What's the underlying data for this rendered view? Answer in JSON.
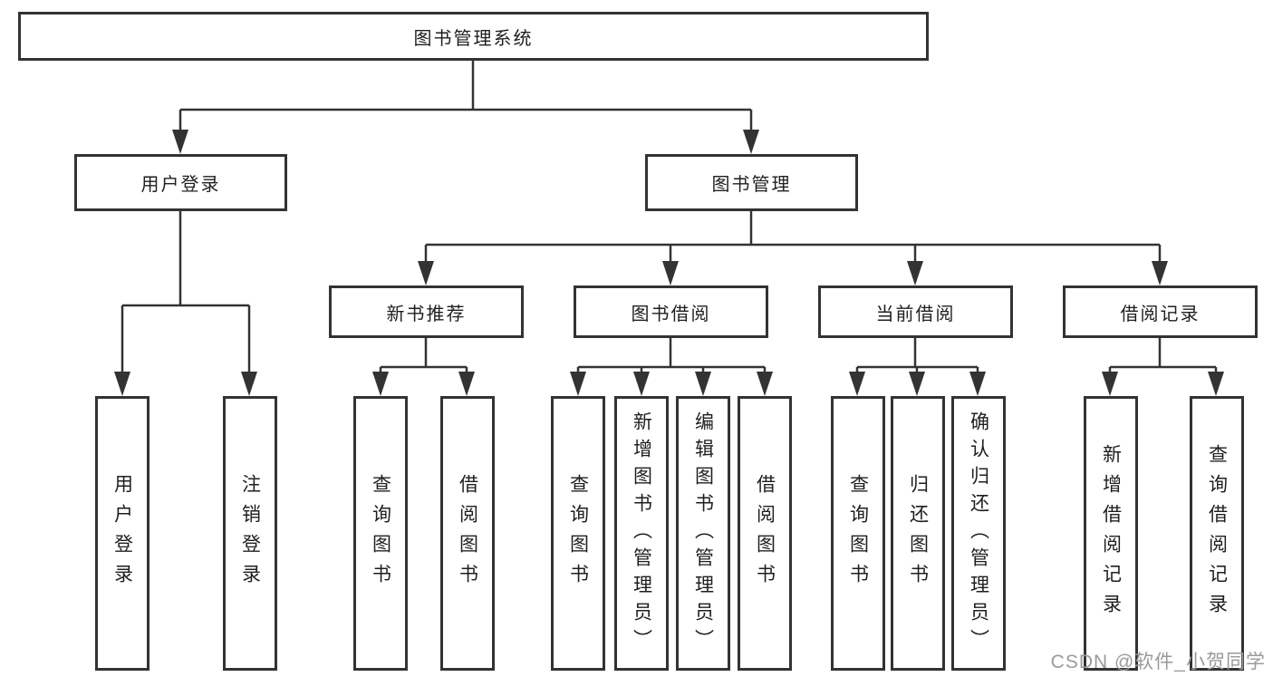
{
  "tree": {
    "root": {
      "label": "图书管理系统"
    },
    "branches": [
      {
        "label": "用户登录",
        "children": [
          {
            "label": "用户登录"
          },
          {
            "label": "注销登录"
          }
        ]
      },
      {
        "label": "图书管理",
        "children": [
          {
            "label": "新书推荐",
            "children": [
              {
                "label": "查询图书"
              },
              {
                "label": "借阅图书"
              }
            ]
          },
          {
            "label": "图书借阅",
            "children": [
              {
                "label": "查询图书"
              },
              {
                "label": "新增图书（管理员）"
              },
              {
                "label": "编辑图书（管理员）"
              },
              {
                "label": "借阅图书"
              }
            ]
          },
          {
            "label": "当前借阅",
            "children": [
              {
                "label": "查询图书"
              },
              {
                "label": "归还图书"
              },
              {
                "label": "确认归还（管理员）"
              }
            ]
          },
          {
            "label": "借阅记录",
            "children": [
              {
                "label": "新增借阅记录"
              },
              {
                "label": "查询借阅记录"
              }
            ]
          }
        ]
      }
    ]
  },
  "watermark": {
    "text": "CSDN @软件_小贺同学"
  },
  "colors": {
    "line": "#333333",
    "text": "#1f1f1f",
    "watermark": "#9a9a9a",
    "background": "#ffffff"
  }
}
